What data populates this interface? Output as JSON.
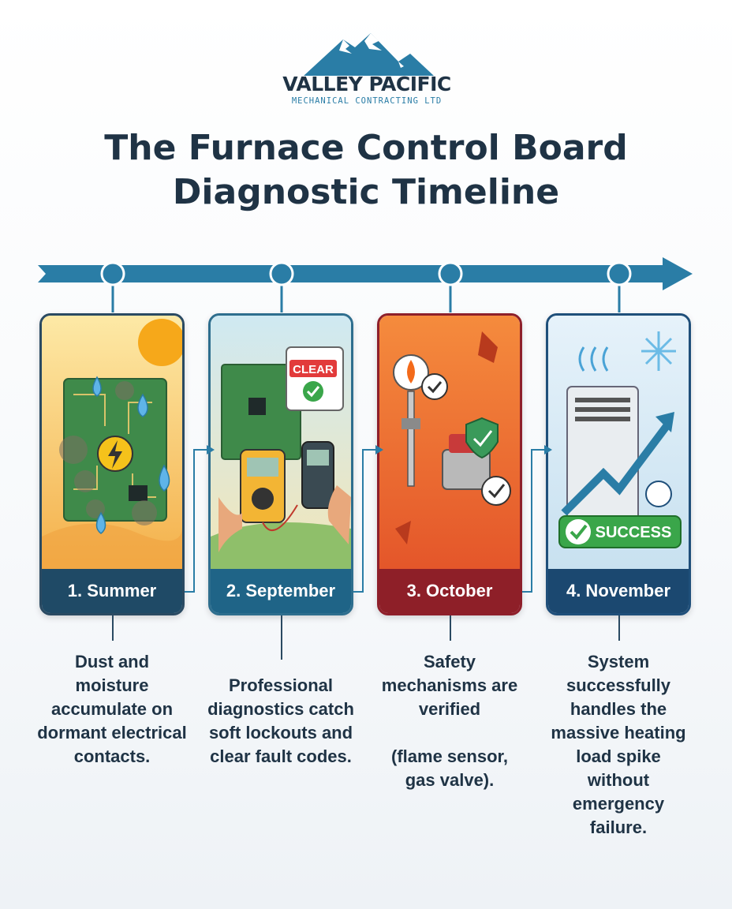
{
  "brand": {
    "name": "VALLEY PACIFIC",
    "subtitle": "MECHANICAL CONTRACTING LTD",
    "logo_icon": "mountain-icon",
    "colors": {
      "navy": "#1f3345",
      "teal": "#2a7da6"
    }
  },
  "title": {
    "line1": "The Furnace Control Board",
    "line2": "Diagnostic Timeline"
  },
  "stages": [
    {
      "label": "1. Summer",
      "description": "Dust and moisture accumulate on dormant electrical contacts.",
      "icon": "circuit-board-dust-icon",
      "color": "#1f4a66"
    },
    {
      "label": "2. September",
      "description": "Professional diagnostics catch soft lockouts and clear fault codes.",
      "icon": "multimeter-icon",
      "color": "#1f6487",
      "badge": "CLEAR"
    },
    {
      "label": "3. October",
      "description_line1": "Safety mechanisms are verified",
      "description_line2": "(flame sensor, gas valve).",
      "icon": "flame-sensor-icon",
      "color": "#8e1f28"
    },
    {
      "label": "4. November",
      "description": "System successfully handles the massive heating load spike without emergency failure.",
      "icon": "furnace-unit-icon",
      "color": "#1b4870",
      "badge": "SUCCESS"
    }
  ]
}
